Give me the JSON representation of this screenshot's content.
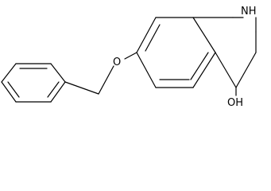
{
  "structure": {
    "atoms": {
      "nitrogen": "NH",
      "ether_oxygen": "O",
      "hydroxyl": "OH"
    }
  },
  "colors": {
    "background": "#ffffff",
    "ink": "#000000"
  }
}
